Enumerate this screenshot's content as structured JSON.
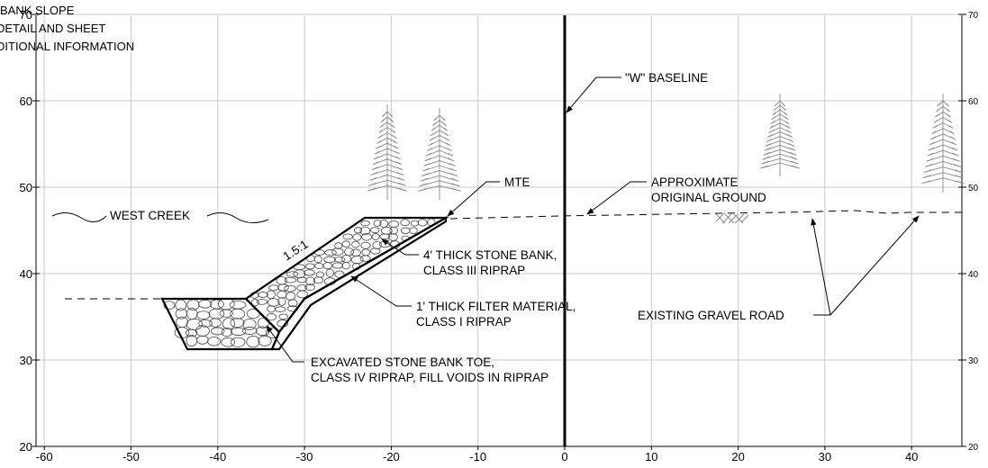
{
  "drawing": {
    "corner_note": [
      "BANK SLOPE",
      "DETAIL AND SHEET",
      "DITIONAL INFORMATION"
    ],
    "x_ticks": [
      "-60",
      "-50",
      "-40",
      "-30",
      "-20",
      "-10",
      "0",
      "10",
      "20",
      "30",
      "40"
    ],
    "y_ticks_left": [
      "70",
      "60",
      "50",
      "40",
      "30",
      "20"
    ],
    "y_ticks_right": [
      "70",
      "60",
      "50",
      "40",
      "30",
      "20"
    ],
    "baseline_label": "\"W\" BASELINE",
    "mte_label": "MTE",
    "ground_label": [
      "APPROXIMATE",
      "ORIGINAL GROUND"
    ],
    "creek_label": "WEST CREEK",
    "slope_label": "1.5:1",
    "bank_label": [
      "4' THICK STONE BANK,",
      "CLASS III RIPRAP"
    ],
    "filter_label": [
      "1' THICK FILTER MATERIAL,",
      "CLASS I RIPRAP"
    ],
    "road_label": "EXISTING GRAVEL ROAD",
    "toe_label": [
      "EXCAVATED STONE BANK TOE,",
      "CLASS IV RIPRAP, FILL VOIDS IN RIPRAP"
    ]
  }
}
